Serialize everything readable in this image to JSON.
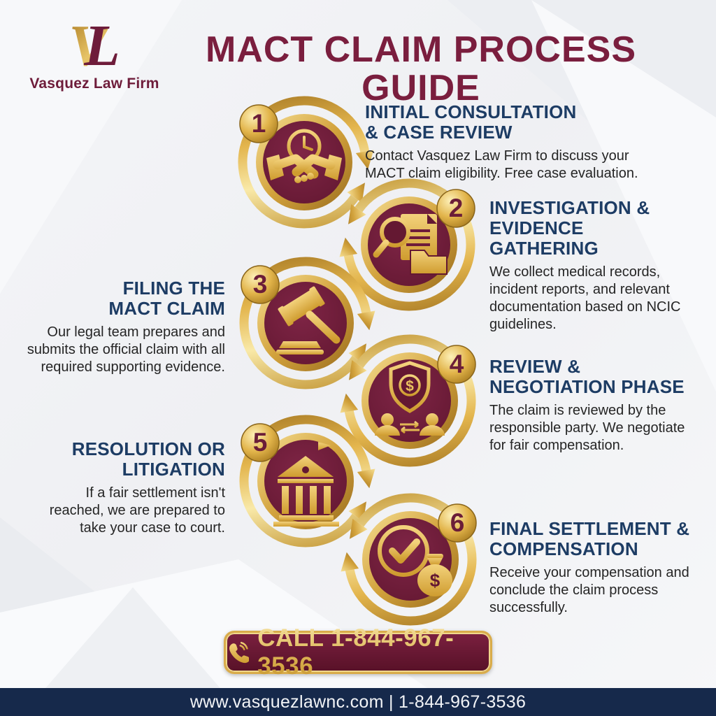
{
  "brand": {
    "monogram_v": "V",
    "monogram_l": "L",
    "name": "Vasquez Law Firm"
  },
  "title": "MACT CLAIM PROCESS GUIDE",
  "steps": [
    {
      "number": "1",
      "heading1": "INITIAL CONSULTATION",
      "heading2": "& CASE REVIEW",
      "body": "Contact Vasquez Law Firm to discuss your MACT claim eligibility. Free case evaluation.",
      "icon": "handshake-clock-icon"
    },
    {
      "number": "2",
      "heading1": "INVESTIGATION &",
      "heading2": "EVIDENCE GATHERING",
      "body": "We collect medical records, incident reports, and relevant documentation based on NCIC guidelines.",
      "icon": "magnifier-documents-icon"
    },
    {
      "number": "3",
      "heading1": "FILING THE",
      "heading2": "MACT CLAIM",
      "body": "Our legal team prepares and submits the official claim with all required supporting evidence.",
      "icon": "gavel-icon"
    },
    {
      "number": "4",
      "heading1": "REVIEW &",
      "heading2": "NEGOTIATION PHASE",
      "body": "The claim is reviewed by the responsible party. We negotiate for fair compensation.",
      "icon": "shield-negotiation-icon"
    },
    {
      "number": "5",
      "heading1": "RESOLUTION OR",
      "heading2": "LITIGATION",
      "body": "If a fair settlement isn't reached, we are prepared to take your case to court.",
      "icon": "courthouse-icon"
    },
    {
      "number": "6",
      "heading1": "FINAL SETTLEMENT &",
      "heading2": "COMPENSATION",
      "body": "Receive your compensation and conclude the claim process successfully.",
      "icon": "check-moneybag-icon"
    }
  ],
  "cta": {
    "label": "CALL 1-844-967-3536",
    "icon": "phone-icon"
  },
  "footer": {
    "text": "www.vasquezlawnc.com | 1-844-967-3536"
  },
  "colors": {
    "maroon": "#6e1c3a",
    "title_maroon": "#7a1e3e",
    "gold": "#d4a545",
    "heading_navy": "#1d3c64",
    "footer_navy": "#16294b",
    "background": "#f1f2f5"
  }
}
